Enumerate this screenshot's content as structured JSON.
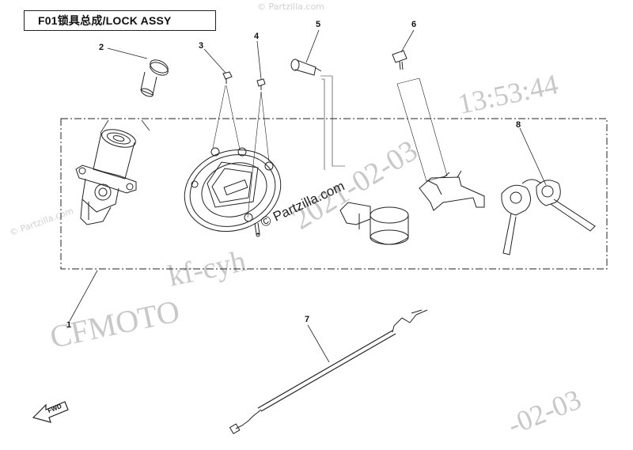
{
  "title": "F01锁具总成/LOCK ASSY",
  "callouts": [
    "1",
    "2",
    "3",
    "4",
    "5",
    "6",
    "7",
    "8"
  ],
  "fwd_label": "FWD",
  "watermarks": {
    "brand": "CFMOTO",
    "user": "kf-cyh",
    "date": "2021-02-03",
    "time": "13:53:44",
    "date_bottom": "-02-03",
    "partzilla_center": "© Partzilla.com",
    "partzilla_corner": "© Partzilla.com"
  },
  "colors": {
    "line": "#222222",
    "watermark": "#c8c8c8"
  }
}
